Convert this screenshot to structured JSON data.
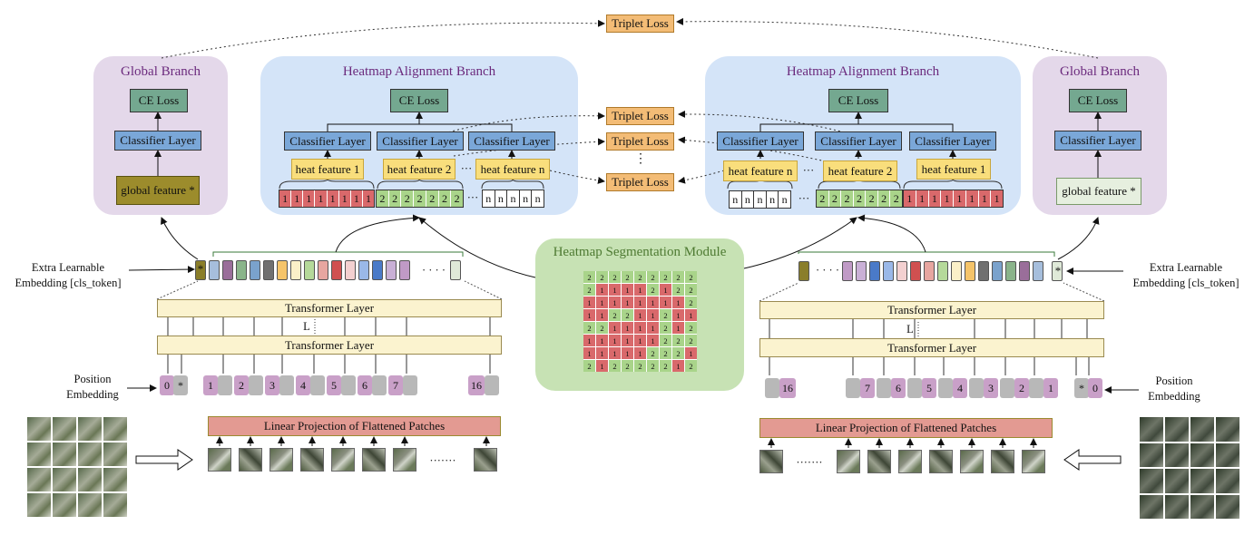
{
  "triplet_loss_label": "Triplet Loss",
  "left": {
    "global_branch": {
      "title": "Global Branch",
      "ce_loss": "CE Loss",
      "classifier": "Classifier Layer",
      "feature": "global feature *"
    },
    "heatmap_branch": {
      "title": "Heatmap Alignment Branch",
      "ce_loss": "CE Loss",
      "classifiers": [
        "Classifier Layer",
        "Classifier Layer",
        "Classifier Layer"
      ],
      "features": [
        "heat feature 1",
        "heat feature 2",
        "heat feature n"
      ],
      "ellipsis": "···",
      "strip1": [
        "1",
        "1",
        "1",
        "1",
        "1",
        "1",
        "1",
        "1"
      ],
      "strip2": [
        "2",
        "2",
        "2",
        "2",
        "2",
        "2",
        "2"
      ],
      "stripn": [
        "n",
        "n",
        "n",
        "n",
        "n"
      ]
    },
    "extra_embedding": "Extra Learnable\nEmbedding [cls_token]",
    "cls_star": "*",
    "token_dots": "· · · ·",
    "transformer_top": "Transformer Layer",
    "transformer_bottom": "Transformer Layer",
    "l_label": "L",
    "position_embedding": "Position\nEmbedding",
    "positions": [
      "0",
      "*",
      "1",
      "2",
      "3",
      "4",
      "5",
      "6",
      "7",
      "16"
    ],
    "linear_projection": "Linear Projection of Flattened Patches",
    "patch_dots": "·······"
  },
  "right": {
    "global_branch": {
      "title": "Global Branch",
      "ce_loss": "CE Loss",
      "classifier": "Classifier Layer",
      "feature": "global feature *"
    },
    "heatmap_branch": {
      "title": "Heatmap Alignment Branch",
      "ce_loss": "CE Loss",
      "classifiers": [
        "Classifier Layer",
        "Classifier Layer",
        "Classifier Layer"
      ],
      "features": [
        "heat feature n",
        "heat feature 2",
        "heat feature 1"
      ],
      "ellipsis": "···",
      "strip1": [
        "1",
        "1",
        "1",
        "1",
        "1",
        "1",
        "1",
        "1"
      ],
      "strip2": [
        "2",
        "2",
        "2",
        "2",
        "2",
        "2",
        "2"
      ],
      "stripn": [
        "n",
        "n",
        "n",
        "n",
        "n"
      ]
    },
    "extra_embedding": "Extra Learnable\nEmbedding [cls_token]",
    "cls_star": "*",
    "token_dots": "· · · ·",
    "transformer_top": "Transformer Layer",
    "transformer_bottom": "Transformer Layer",
    "l_label": "L",
    "position_embedding": "Position\nEmbedding",
    "positions": [
      "16",
      "7",
      "6",
      "5",
      "4",
      "3",
      "2",
      "1",
      "*",
      "0"
    ],
    "linear_projection": "Linear Projection of Flattened Patches",
    "patch_dots": "·······"
  },
  "segmentation": {
    "title": "Heatmap Segmentation Module",
    "grid": [
      [
        "2",
        "2",
        "2",
        "2",
        "2",
        "2",
        "2",
        "2",
        "2"
      ],
      [
        "2",
        "1",
        "1",
        "1",
        "1",
        "2",
        "1",
        "2",
        "2"
      ],
      [
        "1",
        "1",
        "1",
        "1",
        "1",
        "1",
        "1",
        "1",
        "2"
      ],
      [
        "1",
        "1",
        "2",
        "2",
        "1",
        "1",
        "2",
        "1",
        "1"
      ],
      [
        "2",
        "2",
        "1",
        "1",
        "1",
        "1",
        "2",
        "1",
        "2"
      ],
      [
        "1",
        "1",
        "1",
        "1",
        "1",
        "1",
        "2",
        "2",
        "2"
      ],
      [
        "1",
        "1",
        "1",
        "1",
        "1",
        "2",
        "2",
        "2",
        "1"
      ],
      [
        "2",
        "1",
        "2",
        "2",
        "2",
        "2",
        "2",
        "1",
        "2"
      ]
    ],
    "colors": {
      "1": "#d9696b",
      "2": "#a9d48a"
    }
  },
  "vertical_dots": "⋮",
  "token_colors": [
    "#8a7e2a",
    "#a6bedc",
    "#9a6e9a",
    "#8ab48a",
    "#7aa2cc",
    "#707070",
    "#f5c46a",
    "#fbf0c8",
    "#b5d99a",
    "#e7a6a0",
    "#d05050",
    "#f3d0d0",
    "#9ab8e8",
    "#4a7ac8",
    "#c9b0d6",
    "#c09ac6"
  ]
}
